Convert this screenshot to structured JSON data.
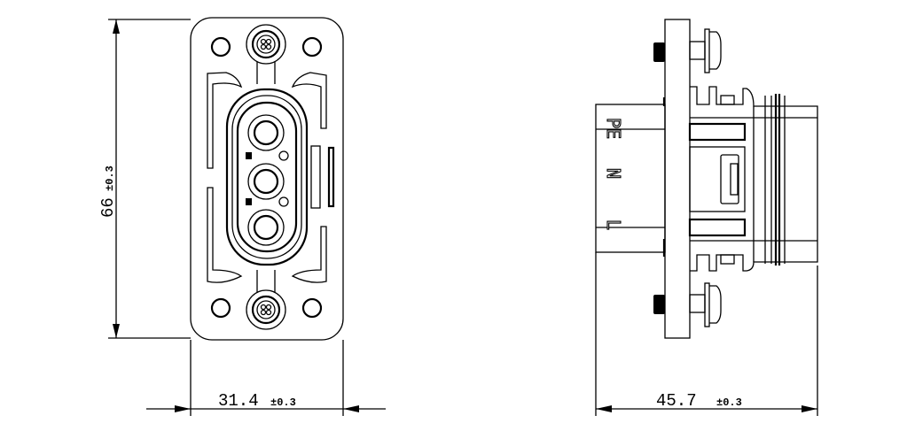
{
  "front_view": {
    "height_dimension": {
      "value": "66",
      "tolerance": "±0.3"
    },
    "width_dimension": {
      "value": "31.4",
      "tolerance": "±0.3"
    }
  },
  "side_view": {
    "pin_labels": [
      "PE",
      "N",
      "L"
    ],
    "depth_dimension": {
      "value": "45.7",
      "tolerance": "±0.3"
    }
  }
}
